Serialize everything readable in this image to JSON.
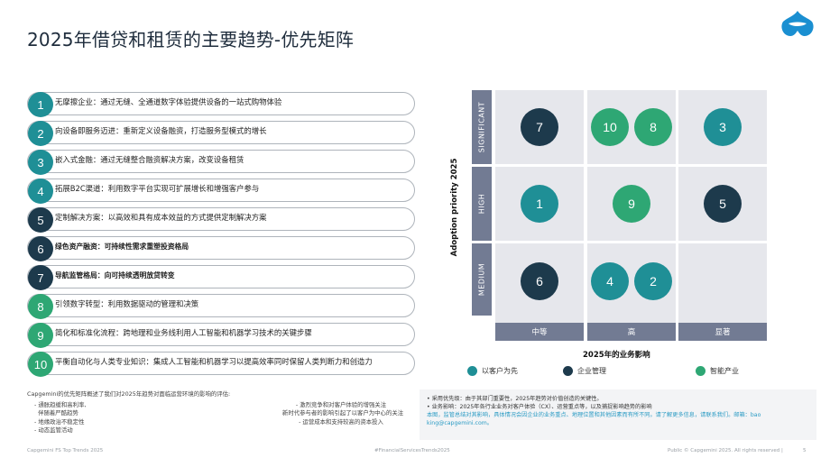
{
  "title": "2025年借贷和租赁的主要趋势-优先矩阵",
  "colors": {
    "teal": "#1f8f96",
    "navy": "#1d3a4c",
    "green": "#2ea774",
    "axis": "#727b93"
  },
  "trends": [
    {
      "num": "1",
      "text": "无摩擦企业：通过无缝、全通道数字体验提供设备的一站式购物体验",
      "color": "#1f8f96",
      "bold": false
    },
    {
      "num": "2",
      "text": "向设备即服务迈进：重新定义设备融资，打造服务型模式的增长",
      "color": "#1f8f96",
      "bold": false
    },
    {
      "num": "3",
      "text": "嵌入式金融：通过无缝整合融资解决方案，改变设备租赁",
      "color": "#1f8f96",
      "bold": false
    },
    {
      "num": "4",
      "text": "拓展B2C渠道：利用数字平台实现可扩展增长和增强客户参与",
      "color": "#1f8f96",
      "bold": false
    },
    {
      "num": "5",
      "text": "定制解决方案：以高效和具有成本效益的方式提供定制解决方案",
      "color": "#1d3a4c",
      "bold": false
    },
    {
      "num": "6",
      "text": "绿色资产融资：可持续性需求重塑投资格局",
      "color": "#1d3a4c",
      "bold": true
    },
    {
      "num": "7",
      "text": "导航监管格局：向可持续透明放贷转变",
      "color": "#1d3a4c",
      "bold": true
    },
    {
      "num": "8",
      "text": "引领数字转型：利用数据驱动的管理和决策",
      "color": "#2ea774",
      "bold": false
    },
    {
      "num": "9",
      "text": "简化和标准化流程：跨地理和业务线利用人工智能和机器学习技术的关键步骤",
      "color": "#2ea774",
      "bold": false
    },
    {
      "num": "10",
      "text": "平衡自动化与人类专业知识：集成人工智能和机器学习以提高效率同时保留人类判断力和创造力",
      "color": "#2ea774",
      "bold": false
    }
  ],
  "matrix": {
    "y_axis_label": "Adoption priority 2025",
    "x_axis_label": "2025年的业务影响",
    "rows": [
      "SIGNIFICANT",
      "HIGH",
      "MEDIUM"
    ],
    "cols": [
      "中等",
      "高",
      "显著"
    ],
    "bubbles": [
      {
        "num": "7",
        "row": 0,
        "col": 0,
        "slot": 0,
        "of": 1,
        "color": "#1d3a4c"
      },
      {
        "num": "10",
        "row": 0,
        "col": 1,
        "slot": 0,
        "of": 2,
        "color": "#2ea774"
      },
      {
        "num": "8",
        "row": 0,
        "col": 1,
        "slot": 1,
        "of": 2,
        "color": "#2ea774"
      },
      {
        "num": "3",
        "row": 0,
        "col": 2,
        "slot": 0,
        "of": 1,
        "color": "#1f8f96"
      },
      {
        "num": "1",
        "row": 1,
        "col": 0,
        "slot": 0,
        "of": 1,
        "color": "#1f8f96"
      },
      {
        "num": "9",
        "row": 1,
        "col": 1,
        "slot": 0,
        "of": 1,
        "color": "#2ea774"
      },
      {
        "num": "5",
        "row": 1,
        "col": 2,
        "slot": 0,
        "of": 1,
        "color": "#1d3a4c"
      },
      {
        "num": "6",
        "row": 2,
        "col": 0,
        "slot": 0,
        "of": 1,
        "color": "#1d3a4c"
      },
      {
        "num": "4",
        "row": 2,
        "col": 1,
        "slot": 0,
        "of": 2,
        "color": "#1f8f96"
      },
      {
        "num": "2",
        "row": 2,
        "col": 1,
        "slot": 1,
        "of": 2,
        "color": "#1f8f96"
      }
    ]
  },
  "legend": [
    {
      "label": "以客户为先",
      "color": "#1f8f96"
    },
    {
      "label": "企业管理",
      "color": "#1d3a4c"
    },
    {
      "label": "智能产业",
      "color": "#2ea774"
    }
  ],
  "notes_left": {
    "intro": "Capgemini的优先矩阵概述了我们对2025年趋势对面临运营环境的影响的评估:",
    "col1": [
      "- 通胀趋缓和高利率,",
      "  伴随着严酷趋势",
      "- 地缘政治不稳定性",
      "- 动态监管活动"
    ],
    "col2": [
      "- 激烈竞争和对客户体验的增强关注",
      "  新时代参与者的影响引起了以客户为中心的关注",
      "- 运营成本和支持较高的资本投入"
    ]
  },
  "notes_right": {
    "line1": "•  采用优先级：由于其部门重要性，2025年趋势对价值创造的关键性。",
    "line2": "•  业务影响：2025年各行业业务对客户体验（CX）、运营重点等，以及捕捉影响趋势的影响",
    "line3": "   本图，监管总结对其影响，具体情况会因企业的业务重点、地理位置和其他因素而有所不同。请了解更多信息，请联系我们。邮箱：bao",
    "line4": "   king@capgemini.com。"
  },
  "footer": {
    "left": "Capgemini FS Top Trends 2025",
    "center": "#FinancialServicesTrends2025",
    "right": "Public © Capgemini 2025. All rights reserved  |",
    "page": "5"
  }
}
